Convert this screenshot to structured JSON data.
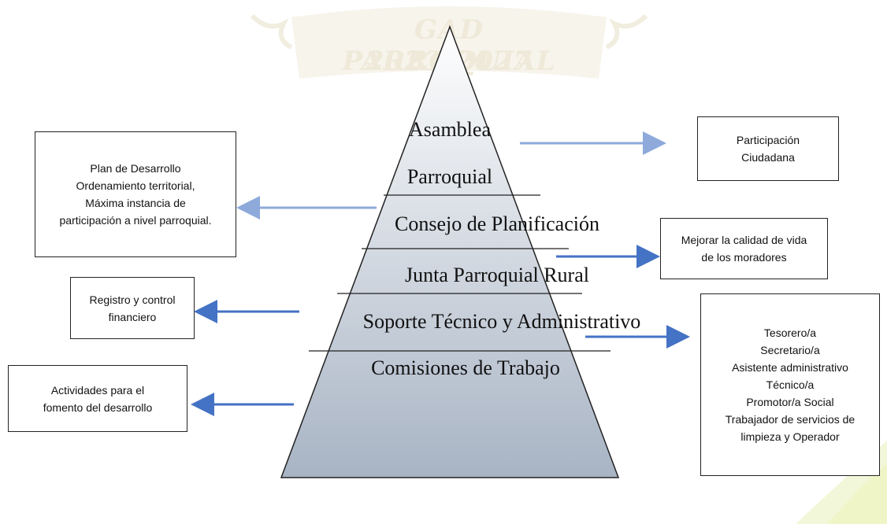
{
  "watermark": {
    "line1": "GAD PARROQUIAL",
    "line2": "2023-2027"
  },
  "pyramid": {
    "levels": [
      {
        "id": "asamblea",
        "text": "Asamblea"
      },
      {
        "id": "parroquial",
        "text": "Parroquial"
      },
      {
        "id": "consejo",
        "text": "Consejo de Planificación"
      },
      {
        "id": "junta",
        "text": "Junta Parroquial Rural"
      },
      {
        "id": "soporte",
        "text": "Soporte Técnico y Administrativo"
      },
      {
        "id": "comisiones",
        "text": "Comisiones de Trabajo"
      }
    ]
  },
  "boxes": {
    "plan": "Plan de Desarrollo\nOrdenamiento territorial,\nMáxima  instancia de\nparticipación a nivel parroquial.",
    "participacion": "Participación\nCiudadana",
    "mejorar": "Mejorar la calidad de vida\nde los moradores",
    "registro": "Registro y control\nfinanciero",
    "actividades": "Actividades para el\nfomento del desarrollo",
    "personal": "Tesorero/a\nSecretario/a\nAsistente administrativo\nTécnico/a\nPromotor/a Social\nTrabajador de servicios de\nlimpieza y Operador"
  },
  "colors": {
    "arrow_light": "#8eaadb",
    "arrow_dark": "#4472c4",
    "pyramid_top": "#ffffff",
    "pyramid_bottom": "#a8b4c4"
  }
}
